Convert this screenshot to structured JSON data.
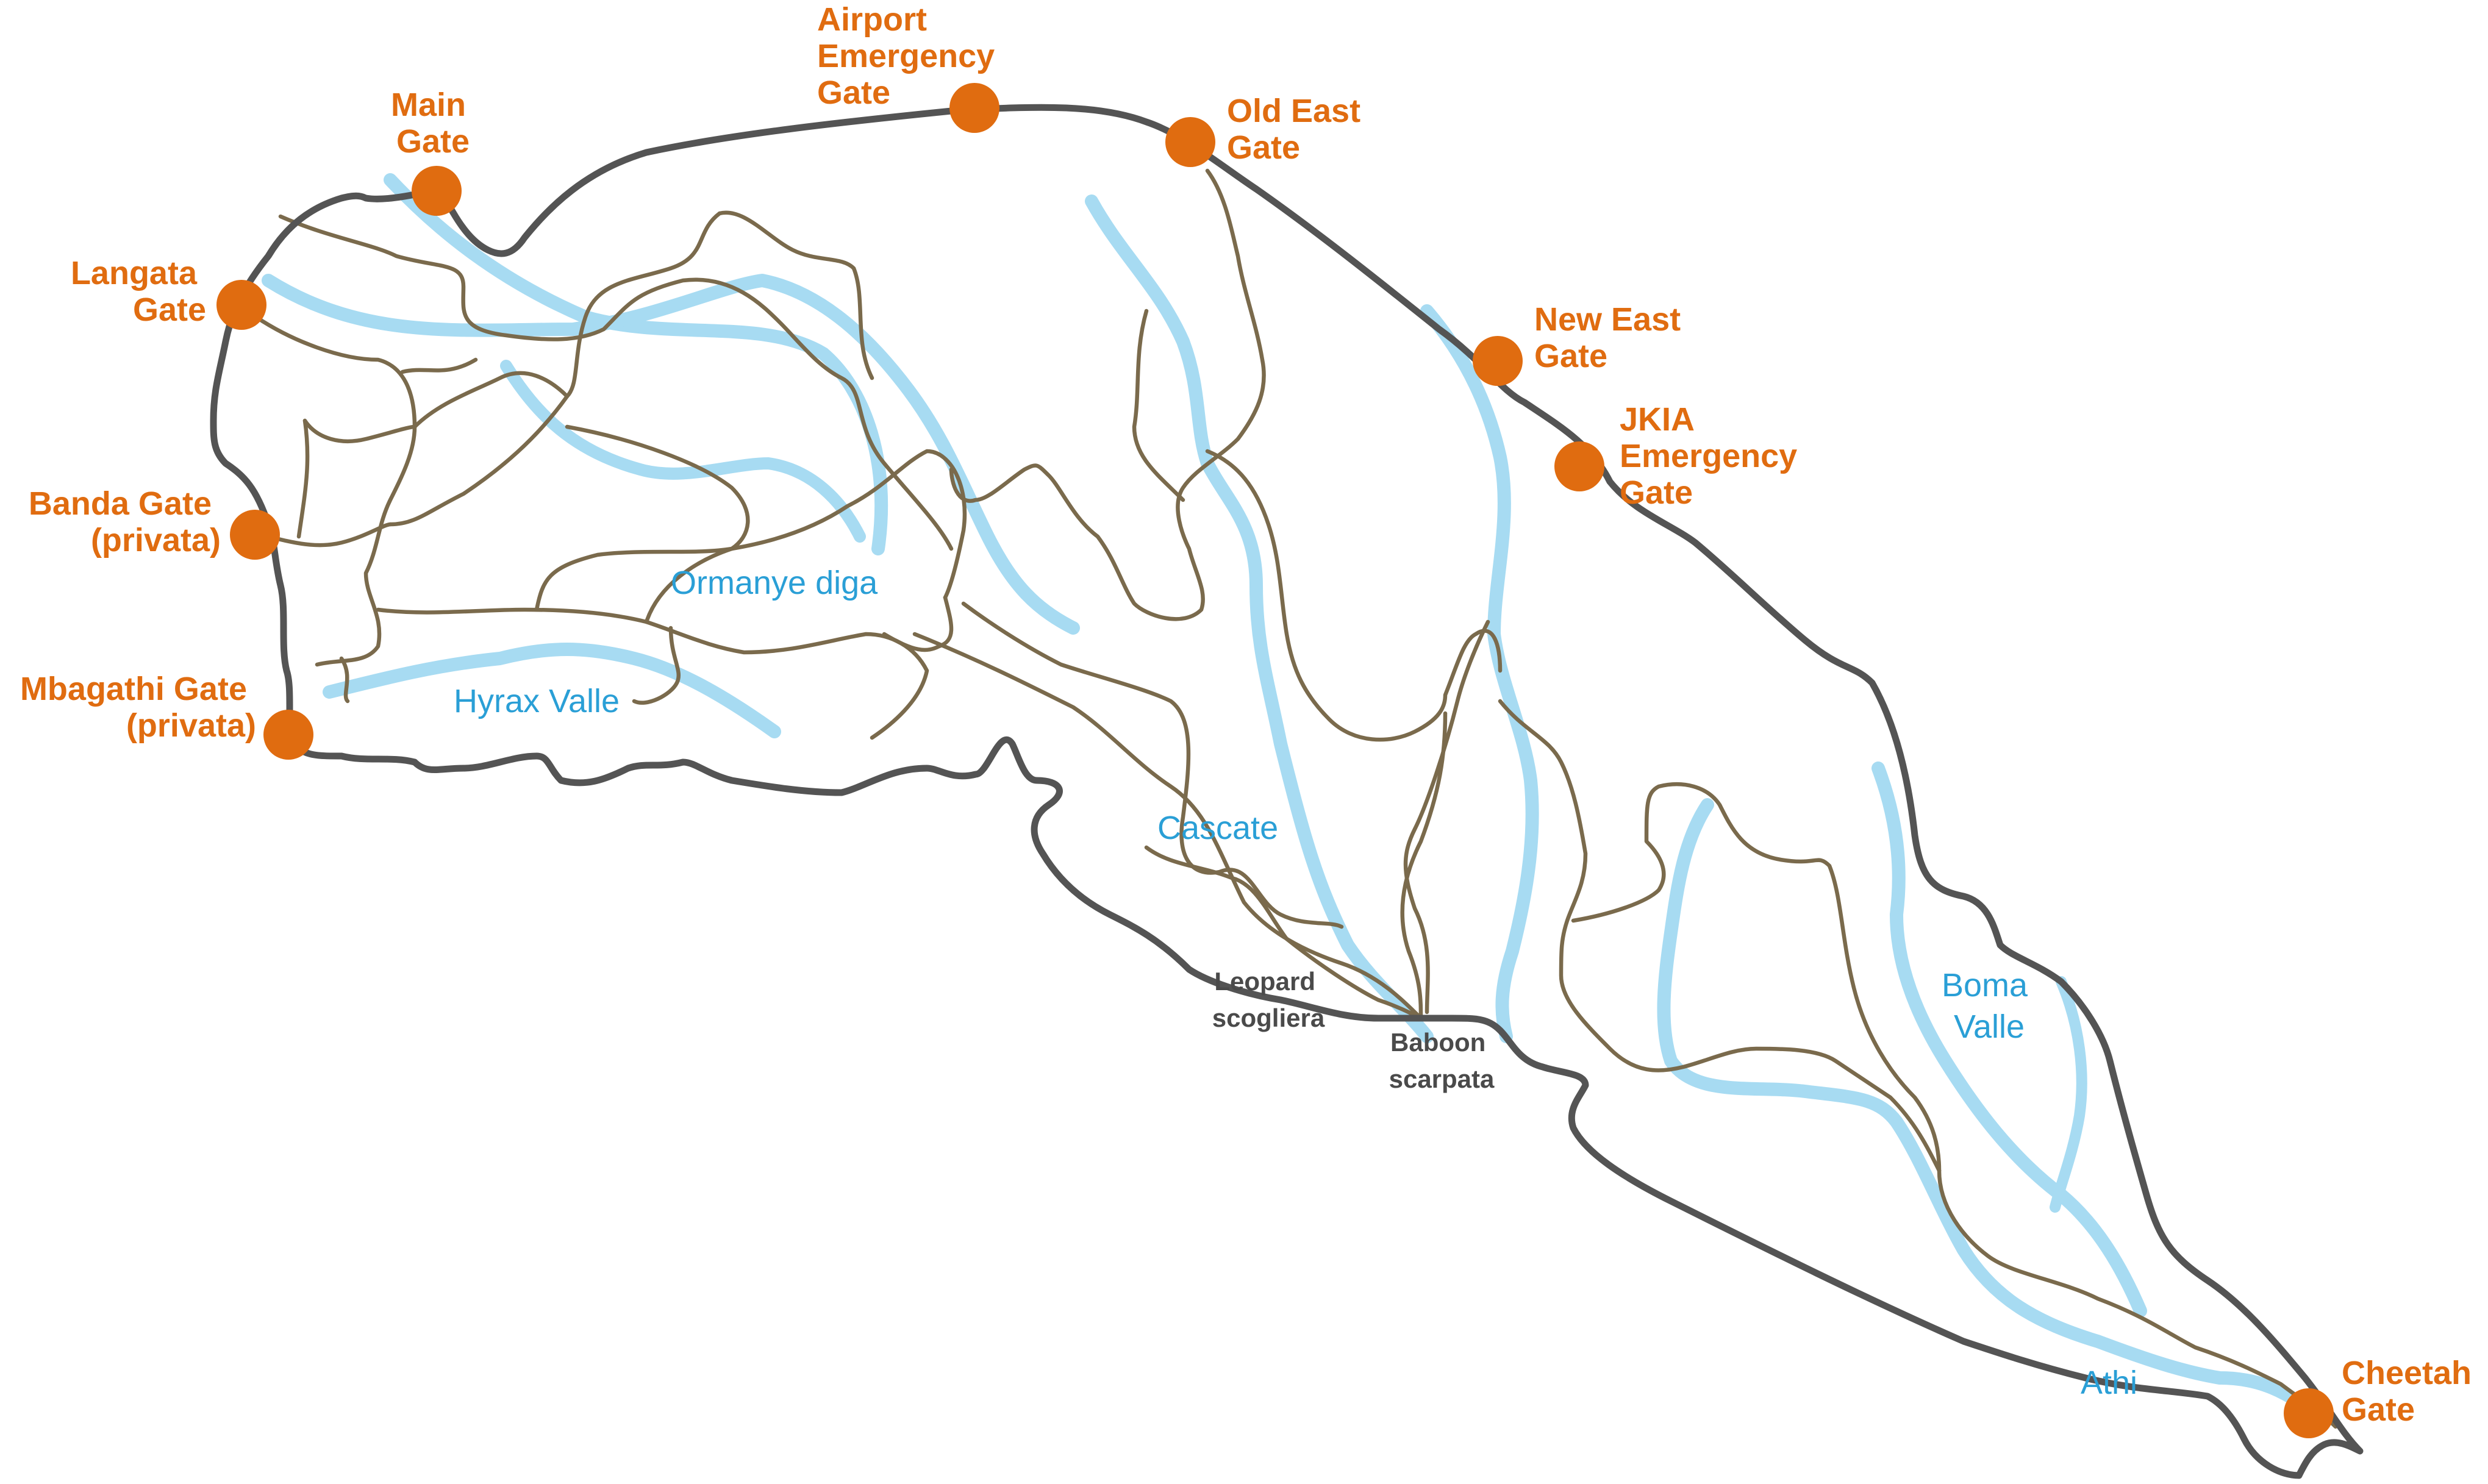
{
  "colors": {
    "gate": "#e06c10",
    "boundary": "#545454",
    "track": "#7a6a4c",
    "river": "#a7dbf2",
    "water_label": "#2a9fd6",
    "place_label": "#4a4a4a"
  },
  "gates": [
    {
      "id": "main",
      "lines": [
        "Main",
        "Gate"
      ]
    },
    {
      "id": "airport",
      "lines": [
        "Airport",
        "Emergency",
        "Gate"
      ]
    },
    {
      "id": "old-east",
      "lines": [
        "Old East",
        "Gate"
      ]
    },
    {
      "id": "langata",
      "lines": [
        "Langata",
        "Gate"
      ]
    },
    {
      "id": "new-east",
      "lines": [
        "New East",
        "Gate"
      ]
    },
    {
      "id": "jkia",
      "lines": [
        "JKIA",
        "Emergency",
        "Gate"
      ]
    },
    {
      "id": "banda",
      "lines": [
        "Banda Gate",
        "(privata)"
      ]
    },
    {
      "id": "mbagathi",
      "lines": [
        "Mbagathi Gate",
        "(privata)"
      ]
    },
    {
      "id": "cheetah",
      "lines": [
        "Cheetah",
        "Gate"
      ]
    }
  ],
  "water_features": [
    {
      "id": "ormanye",
      "lines": [
        "Ormanye diga"
      ]
    },
    {
      "id": "hyrax",
      "lines": [
        "Hyrax Valle"
      ]
    },
    {
      "id": "cascate",
      "lines": [
        "Cascate"
      ]
    },
    {
      "id": "boma",
      "lines": [
        "Boma",
        "Valle"
      ]
    },
    {
      "id": "athi",
      "lines": [
        "Athi"
      ]
    }
  ],
  "places": [
    {
      "id": "leopard",
      "lines": [
        "Leopard",
        "scogliera"
      ]
    },
    {
      "id": "baboon",
      "lines": [
        "Baboon",
        "scarpata"
      ]
    }
  ]
}
